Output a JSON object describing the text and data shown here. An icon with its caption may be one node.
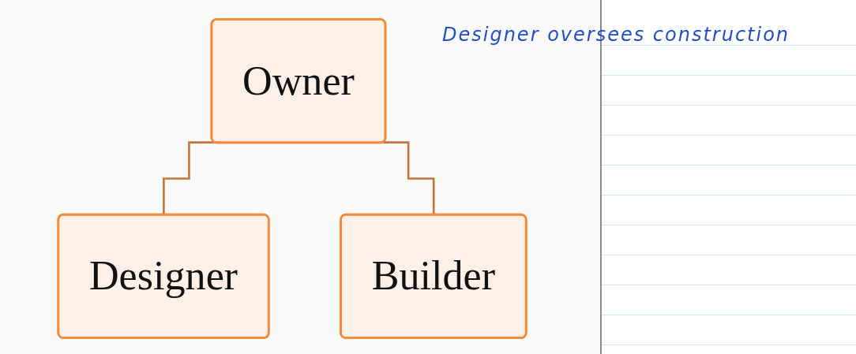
{
  "diagram": {
    "nodes": [
      {
        "text": [
          "Owner"
        ]
      },
      {
        "text": [
          "Designer"
        ]
      },
      {
        "text": [
          "Builder"
        ]
      }
    ],
    "edges": [
      {
        "from": 0,
        "to": 1,
        "arrow": "none"
      },
      {
        "from": 0,
        "to": 2,
        "arrow": "none"
      }
    ],
    "labels": [
      "Designer oversees construction"
    ]
  }
}
